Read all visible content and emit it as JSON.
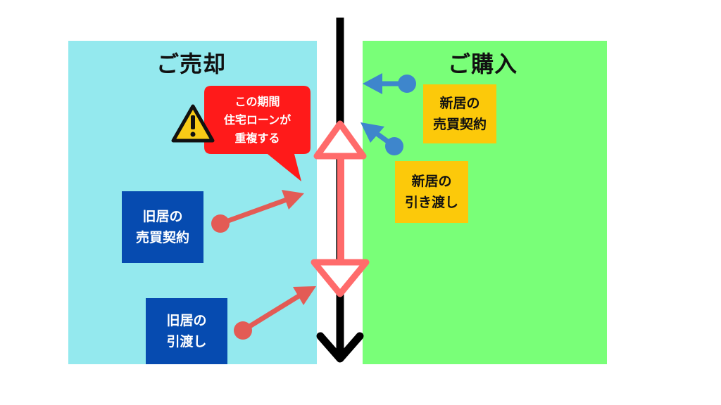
{
  "sell": {
    "title": "ご売却"
  },
  "buy": {
    "title": "ご購入"
  },
  "warning": {
    "text": "この期間\n住宅ローンが\n重複する"
  },
  "boxes": {
    "old_contract": "旧居の\n売買契約",
    "old_handover": "旧居の\n引渡し",
    "new_contract": "新居の\n売買契約",
    "new_handover": "新居の\n引き渡し"
  },
  "colors": {
    "sell_bg": "#94e9ee",
    "buy_bg": "#79ff78",
    "blue_box": "#064bb0",
    "yellow_box": "#fcc90a",
    "warning_red": "#ff1a1a",
    "arrow_red": "#e35b55",
    "arrow_blue": "#3e86cc",
    "range_pink": "#ff6b6b"
  },
  "icons": [
    "warning-icon",
    "timeline-arrow"
  ]
}
